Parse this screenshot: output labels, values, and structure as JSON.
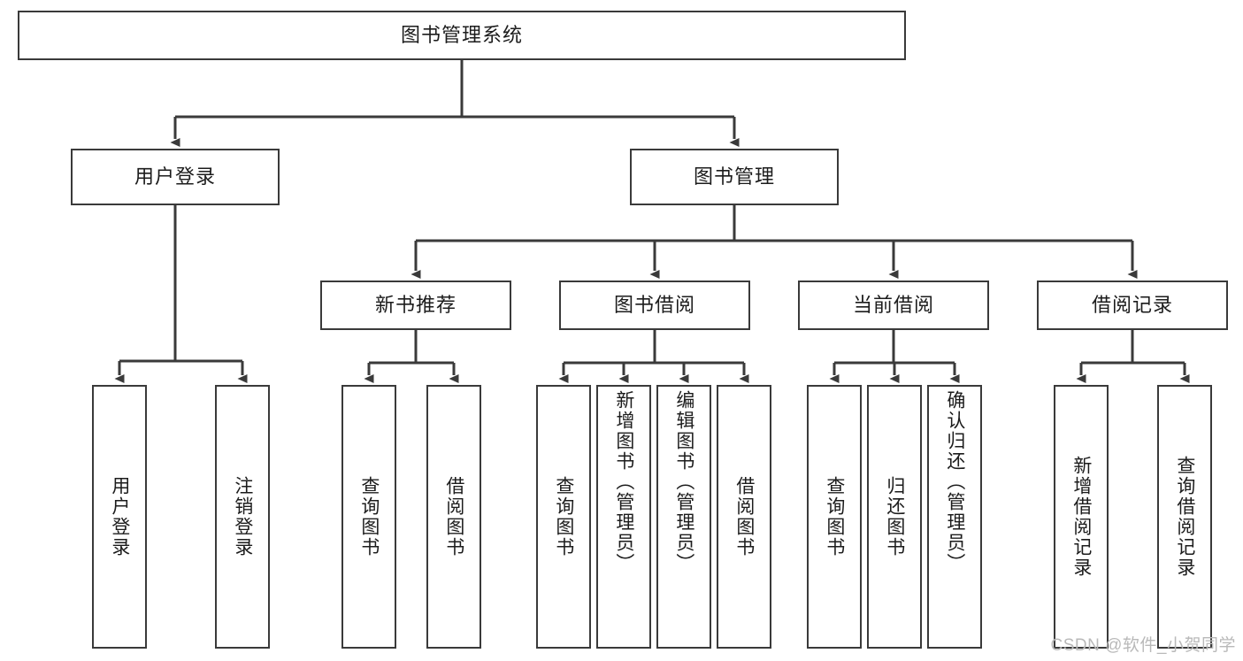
{
  "diagram": {
    "title": "图书管理系统",
    "type": "tree-structure-chart",
    "watermark": "CSDN @软件_小贺同学",
    "colors": {
      "box_border": "#3a3a3a",
      "box_fill": "#ffffff",
      "connector": "#3a3a3a",
      "text": "#1c1c1c",
      "watermark": "#b9b9b9"
    }
  },
  "root": {
    "label": "图书管理系统"
  },
  "level2": [
    {
      "label": "用户登录"
    },
    {
      "label": "图书管理"
    }
  ],
  "level3": [
    {
      "label": "新书推荐"
    },
    {
      "label": "图书借阅"
    },
    {
      "label": "当前借阅"
    },
    {
      "label": "借阅记录"
    }
  ],
  "leaves": {
    "user_login": [
      {
        "label": "用户登录"
      },
      {
        "label": "注销登录"
      }
    ],
    "new_book": [
      {
        "label": "查询图书"
      },
      {
        "label": "借阅图书"
      }
    ],
    "book_borrow": [
      {
        "label": "查询图书"
      },
      {
        "label": "新增图书（管理员）"
      },
      {
        "label": "编辑图书（管理员）"
      },
      {
        "label": "借阅图书"
      }
    ],
    "current_borrow": [
      {
        "label": "查询图书"
      },
      {
        "label": "归还图书"
      },
      {
        "label": "确认归还（管理员）"
      }
    ],
    "borrow_record": [
      {
        "label": "新增借阅记录"
      },
      {
        "label": "查询借阅记录"
      }
    ]
  }
}
